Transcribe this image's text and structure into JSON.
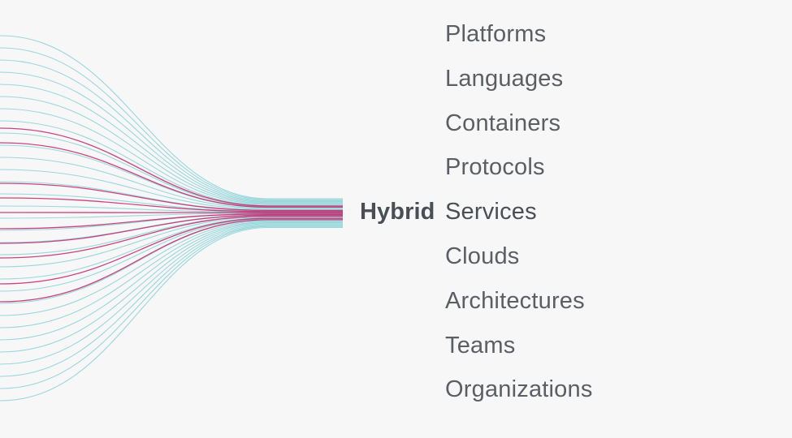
{
  "prefix": "Hybrid",
  "words": [
    "Platforms",
    "Languages",
    "Containers",
    "Protocols",
    "Services",
    "Clouds",
    "Architectures",
    "Teams",
    "Organizations"
  ],
  "highlighted_index": 4,
  "colors": {
    "background": "#f7f7f7",
    "teal_line": "#8fd3d8",
    "magenta_line": "#c2256a",
    "prefix_text": "#4a4f55",
    "word_text": "#5b5f63"
  }
}
